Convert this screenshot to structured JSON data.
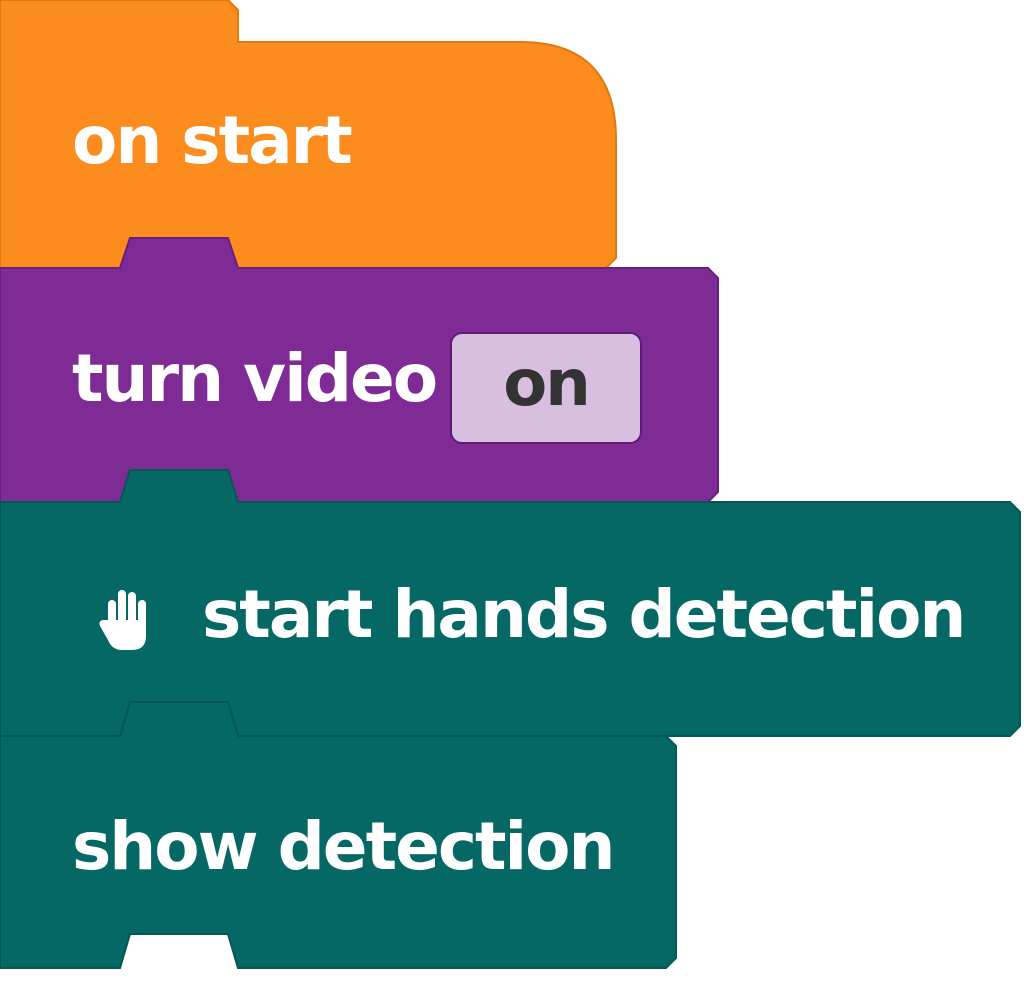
{
  "blocks": {
    "on_start": {
      "label": "on start",
      "color": "#fb8c1d"
    },
    "turn_video": {
      "label": "turn video",
      "color": "#7e2b95",
      "dropdown_value": "on",
      "dropdown_color": "#d8bfe0"
    },
    "start_hands_detection": {
      "label": "start hands detection",
      "color": "#066865",
      "icon": "hand-icon"
    },
    "show_detection": {
      "label": "show detection",
      "color": "#066865"
    }
  }
}
